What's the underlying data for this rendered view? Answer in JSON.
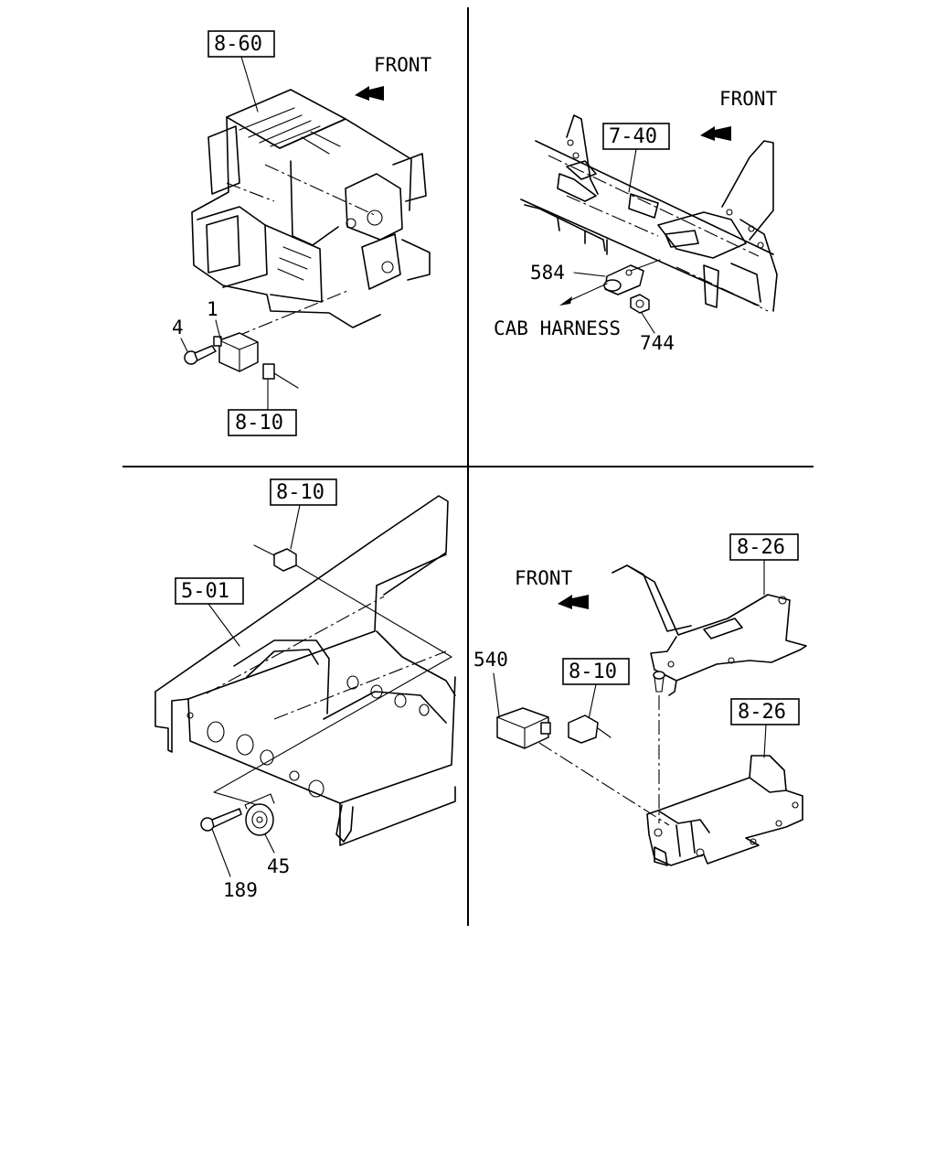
{
  "panels": {
    "top_left": {
      "front_label": "FRONT",
      "refs": [
        "8-60",
        "8-10"
      ],
      "parts": [
        "1",
        "4"
      ]
    },
    "top_right": {
      "front_label": "FRONT",
      "refs": [
        "7-40"
      ],
      "parts": [
        "584",
        "744"
      ],
      "harness_label": "CAB HARNESS"
    },
    "bottom_left": {
      "refs": [
        "8-10",
        "5-01"
      ],
      "parts": [
        "45",
        "189"
      ]
    },
    "bottom_right": {
      "front_label": "FRONT",
      "refs": [
        "8-26",
        "8-10",
        "8-26"
      ],
      "parts": [
        "540"
      ]
    }
  }
}
